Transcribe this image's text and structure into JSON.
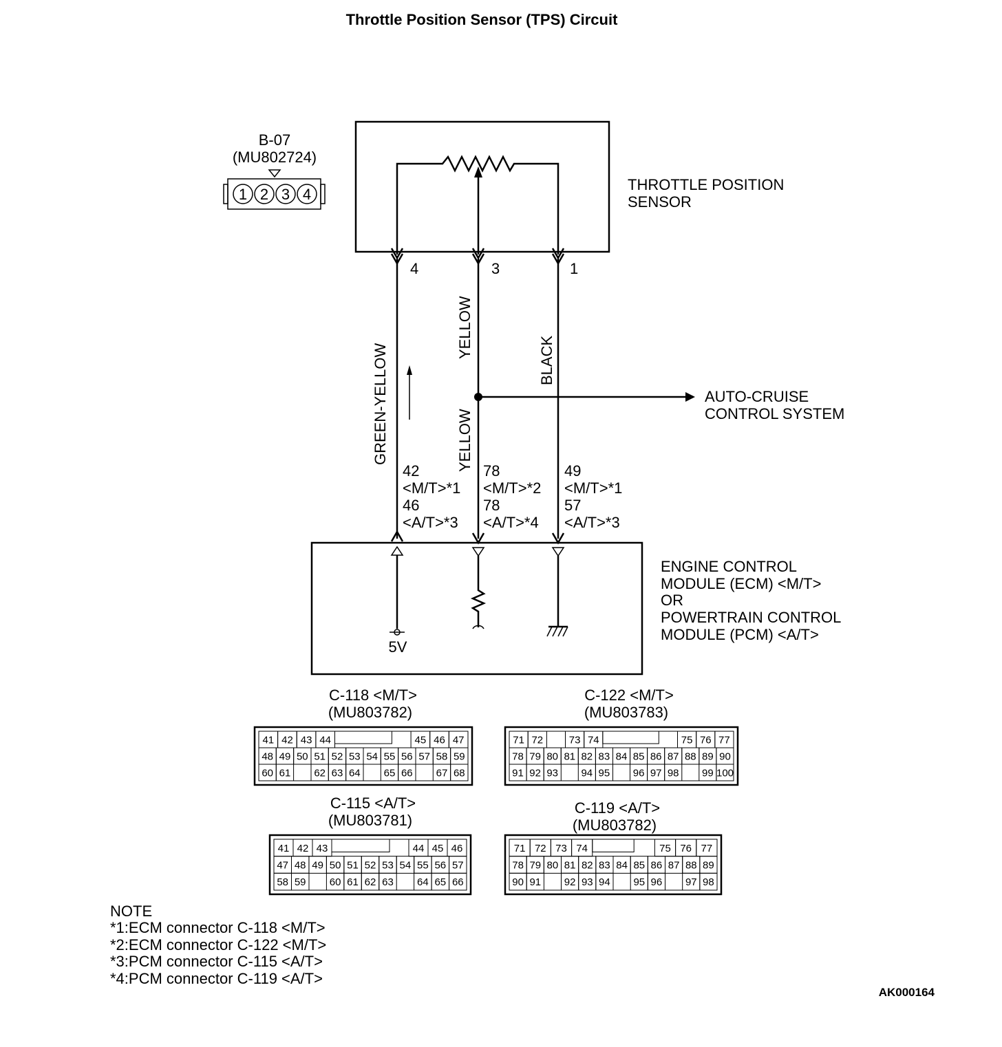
{
  "title": "Throttle Position Sensor (TPS) Circuit",
  "sensor_connector": {
    "id": "B-07",
    "part": "(MU802724)",
    "pins": [
      "1",
      "2",
      "3",
      "4"
    ]
  },
  "sensor_label": [
    "THROTTLE POSITION",
    "SENSOR"
  ],
  "sensor_pins": [
    "4",
    "3",
    "1"
  ],
  "wires": [
    "GREEN-YELLOW",
    "YELLOW",
    "YELLOW",
    "BLACK"
  ],
  "branch_label": [
    "AUTO-CRUISE",
    "CONTROL SYSTEM"
  ],
  "ecm_pins": {
    "left": [
      "42",
      "<M/T>*1",
      "46",
      "<A/T>*3"
    ],
    "mid": [
      "78",
      "<M/T>*2",
      "78",
      "<A/T>*4"
    ],
    "right": [
      "49",
      "<M/T>*1",
      "57",
      "<A/T>*3"
    ]
  },
  "module_label": [
    "ENGINE CONTROL",
    "MODULE (ECM) <M/T>",
    "OR",
    "POWERTRAIN CONTROL",
    "MODULE (PCM) <A/T>"
  ],
  "voltage": "5V",
  "connectors": [
    {
      "id": "C-118 <M/T>",
      "part": "(MU803782)",
      "rows": [
        [
          "41",
          "42",
          "43",
          "44",
          "",
          "",
          "",
          "",
          "45",
          "46",
          "47"
        ],
        [
          "48",
          "49",
          "50",
          "51",
          "52",
          "53",
          "54",
          "55",
          "56",
          "57",
          "58",
          "59"
        ],
        [
          "60",
          "61",
          "",
          "62",
          "63",
          "64",
          "",
          "65",
          "66",
          "",
          "67",
          "68"
        ]
      ]
    },
    {
      "id": "C-122 <M/T>",
      "part": "(MU803783)",
      "rows": [
        [
          "71",
          "72",
          "",
          "73",
          "74",
          "",
          "",
          "",
          "",
          "75",
          "76",
          "77"
        ],
        [
          "78",
          "79",
          "80",
          "81",
          "82",
          "83",
          "84",
          "85",
          "86",
          "87",
          "88",
          "89",
          "90"
        ],
        [
          "91",
          "92",
          "93",
          "",
          "94",
          "95",
          "",
          "96",
          "97",
          "98",
          "",
          "99",
          "100"
        ]
      ]
    },
    {
      "id": "C-115 <A/T>",
      "part": "(MU803781)",
      "rows": [
        [
          "41",
          "42",
          "43",
          "",
          "",
          "",
          "",
          "44",
          "45",
          "46"
        ],
        [
          "47",
          "48",
          "49",
          "50",
          "51",
          "52",
          "53",
          "54",
          "55",
          "56",
          "57"
        ],
        [
          "58",
          "59",
          "",
          "60",
          "61",
          "62",
          "63",
          "",
          "64",
          "65",
          "66"
        ]
      ]
    },
    {
      "id": "C-119 <A/T>",
      "part": "(MU803782)",
      "rows": [
        [
          "71",
          "72",
          "73",
          "74",
          "",
          "",
          "",
          "75",
          "76",
          "77"
        ],
        [
          "78",
          "79",
          "80",
          "81",
          "82",
          "83",
          "84",
          "85",
          "86",
          "87",
          "88",
          "89"
        ],
        [
          "90",
          "91",
          "",
          "92",
          "93",
          "94",
          "",
          "95",
          "96",
          "",
          "97",
          "98"
        ]
      ]
    }
  ],
  "notes": {
    "heading": "NOTE",
    "items": [
      "*1:ECM connector C-118 <M/T>",
      "*2:ECM connector C-122 <M/T>",
      "*3:PCM connector C-115 <A/T>",
      "*4:PCM connector C-119 <A/T>"
    ]
  },
  "code": "AK000164"
}
